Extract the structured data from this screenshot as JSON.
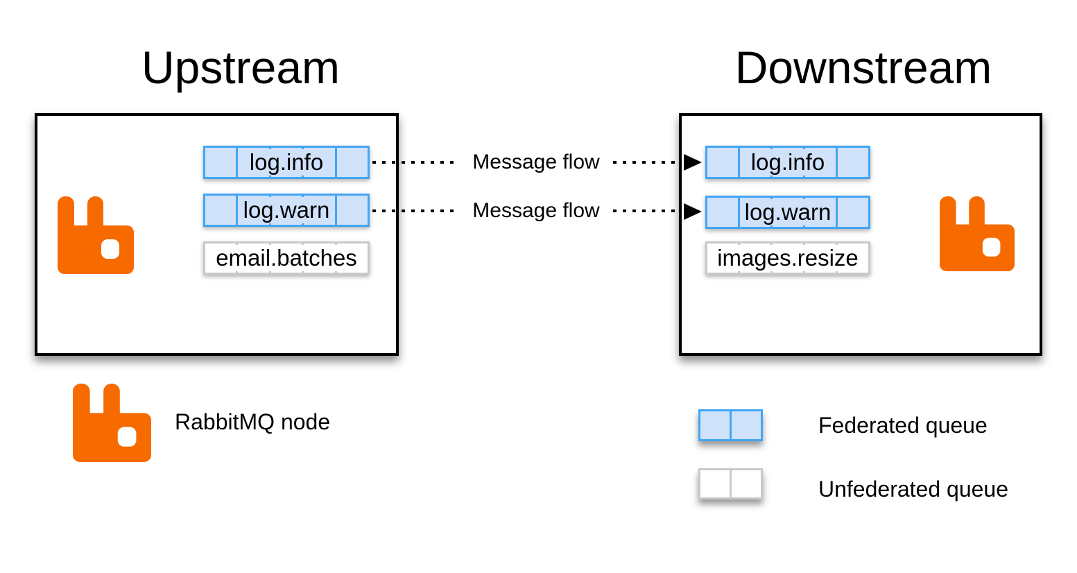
{
  "titles": {
    "upstream": "Upstream",
    "downstream": "Downstream"
  },
  "upstream": {
    "queues": [
      {
        "label": "log.info",
        "type": "federated"
      },
      {
        "label": "log.warn",
        "type": "federated"
      },
      {
        "label": "email.batches",
        "type": "unfederated"
      }
    ]
  },
  "downstream": {
    "queues": [
      {
        "label": "log.info",
        "type": "federated"
      },
      {
        "label": "log.warn",
        "type": "federated"
      },
      {
        "label": "images.resize",
        "type": "unfederated"
      }
    ]
  },
  "flows": [
    {
      "label": "Message flow"
    },
    {
      "label": "Message flow"
    }
  ],
  "legend": {
    "node_label": "RabbitMQ node",
    "federated_label": "Federated queue",
    "unfederated_label": "Unfederated queue"
  },
  "icons": {
    "node": "rabbitmq-logo",
    "arrow": "arrowhead-right"
  },
  "colors": {
    "federated_fill": "#d0e2fa",
    "federated_border": "#42a5f5",
    "unfederated_border": "#c9c9c9",
    "rabbit_orange": "#f66a00",
    "ink": "#000000"
  }
}
